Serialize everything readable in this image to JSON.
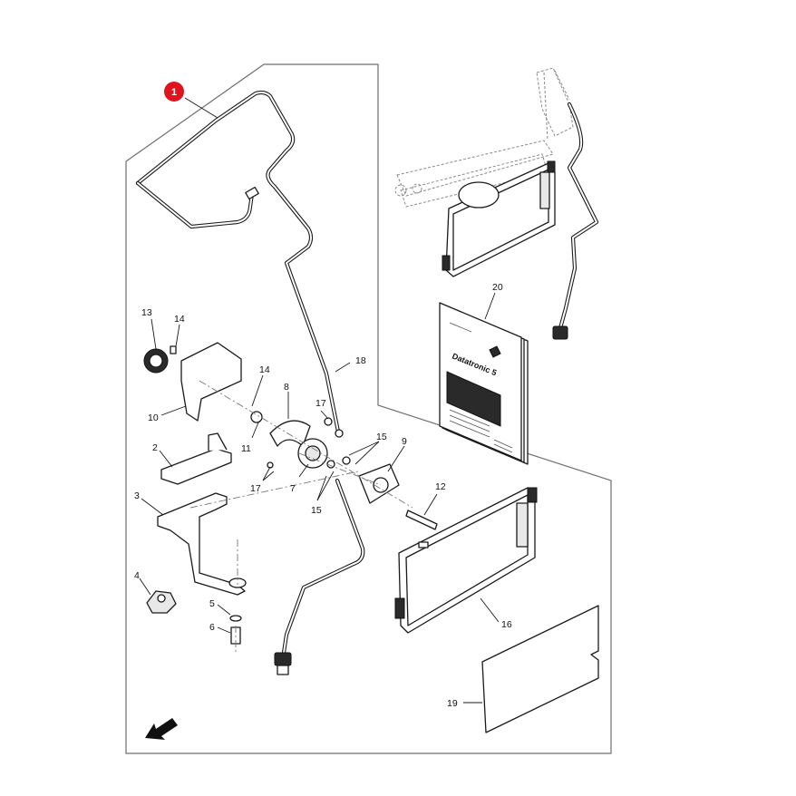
{
  "callout": {
    "number": "1",
    "color": "#e0141e"
  },
  "book": {
    "title": "Datatronic 5"
  },
  "labels": {
    "l2": "2",
    "l3": "3",
    "l4": "4",
    "l5": "5",
    "l6": "6",
    "l7": "7",
    "l8": "8",
    "l9": "9",
    "l10": "10",
    "l11": "11",
    "l12": "12",
    "l13": "13",
    "l14a": "14",
    "l14b": "14",
    "l15a": "15",
    "l15b": "15",
    "l16": "16",
    "l17a": "17",
    "l17b": "17",
    "l18": "18",
    "l19": "19",
    "l20": "20"
  },
  "icons": {
    "direction": "arrow-down-left-icon"
  }
}
